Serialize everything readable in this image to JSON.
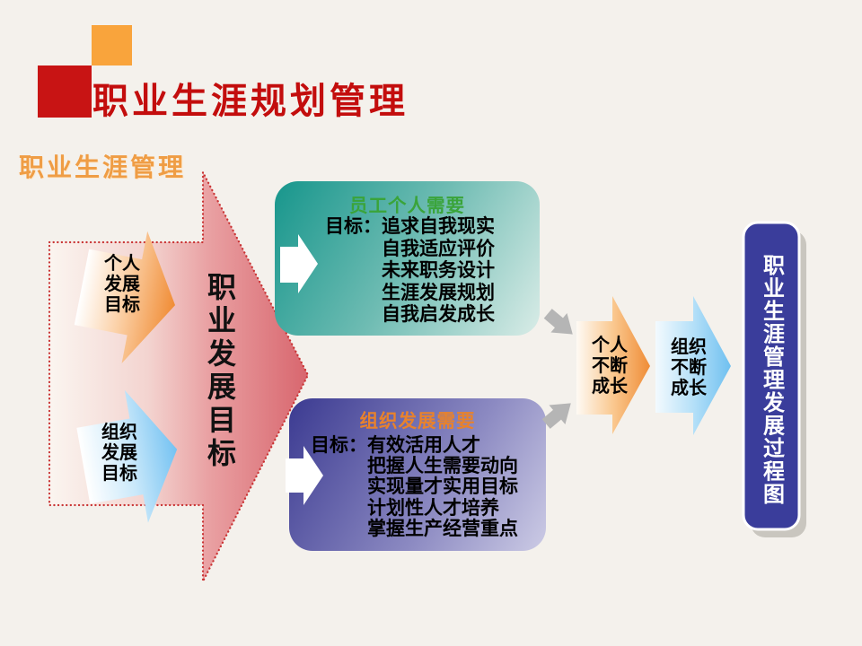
{
  "slide": {
    "title": "职业生涯规划管理",
    "section_label": "职业生涯管理"
  },
  "career_dev_arrow": {
    "label": "职业发展目标"
  },
  "personal_goal_arrow": {
    "label": "个人\n发展\n目标"
  },
  "org_goal_arrow": {
    "label": "组织\n发展\n目标"
  },
  "employee_needs_box": {
    "title": "员工个人需要",
    "goal_prefix": "目标：",
    "items": [
      "追求自我现实",
      "自我适应评价",
      "未来职务设计",
      "生涯发展规划",
      "自我启发成长"
    ]
  },
  "org_needs_box": {
    "title": "组织发展需要",
    "goal_prefix": "目标：",
    "items": [
      "有效活用人才",
      "把握人生需要动向",
      "实现量才实用目标",
      "计划性人才培养",
      "掌握生产经营重点"
    ]
  },
  "personal_growth_arrow": {
    "label": "个人\n不断\n成长"
  },
  "org_growth_arrow": {
    "label": "组织\n不断\n成长"
  },
  "process_box": {
    "label": "职业生涯管理发展过程图"
  },
  "colors": {
    "background": "#f4f1ec",
    "title_red": "#c30d0d",
    "section_orange": "#ef9d45",
    "decor_red_square": "#c81414",
    "decor_orange_square": "#f9a43c",
    "big_arrow_red": "#d8666e",
    "big_arrow_border": "#c93333",
    "teal_box_dark": "#17968c",
    "teal_box_light": "#d9ece7",
    "teal_title_green": "#3aa43a",
    "purple_box_dark": "#3b3a91",
    "purple_box_light": "#cccbe5",
    "purple_title_orange": "#e8822c",
    "growth_orange": "#ef8c36",
    "growth_blue": "#6fc0f0",
    "process_box_blue": "#3a3d9b",
    "gray_arrow": "#b5b5b5"
  }
}
